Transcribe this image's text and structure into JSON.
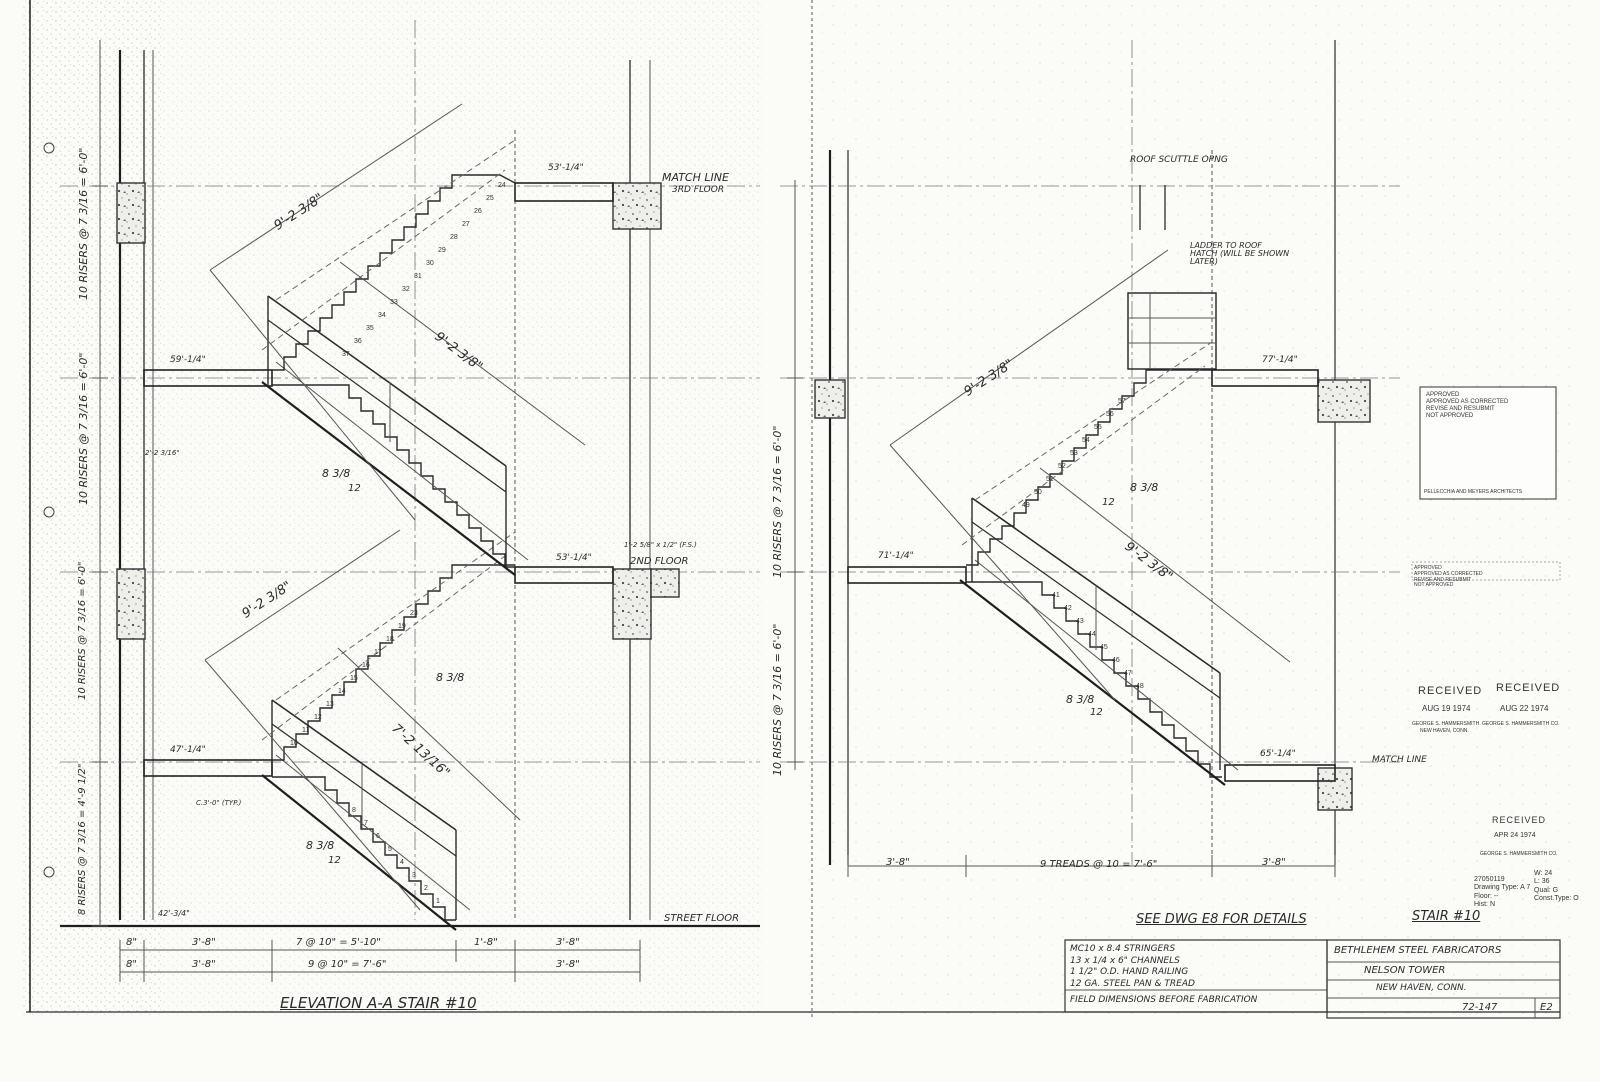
{
  "left_elevation": {
    "title": "ELEVATION A-A STAIR #10",
    "match_line": "MATCH LINE",
    "level_3": "3RD FLOOR",
    "level_2": "2ND FLOOR",
    "street_floor": "STREET FLOOR",
    "landing_top": "53'-1/4\"",
    "landing_upper": "59'-1/4\"",
    "landing_mid": "53'-1/4\"",
    "landing_low": "47'-1/4\"",
    "datum": "42'-3/4\"",
    "vertical_dims": [
      "10 RISERS @ 7 3/16 = 6'-0\"",
      "10 RISERS @ 7 3/16 = 6'-0\"",
      "10 RISERS @ 7 3/16 = 6'-0\"",
      "8 RISERS @ 7 3/16 = 4'-9 1/2\""
    ],
    "slopes": [
      "9'-2 3/8\"",
      "9'-2 3/8\"",
      "9'-2 3/8\"",
      "7'-2 13/16\""
    ],
    "riser": "8 3/8",
    "tread": "12",
    "bottom_dims_row1": [
      "8\"",
      "3'-8\"",
      "7 @ 10\" = 5'-10\"",
      "1'-8\"",
      "3'-8\""
    ],
    "bottom_dims_row2": [
      "8\"",
      "3'-8\"",
      "9 @ 10\" = 7'-6\"",
      "3'-8\""
    ],
    "bracket_note": "2'-2 3/16\"",
    "clear_note": "C.3'-0\" (TYP.)",
    "step_numbers": [
      "1",
      "2",
      "3",
      "4",
      "5",
      "6",
      "7",
      "8",
      "10",
      "11",
      "12",
      "13",
      "14",
      "15",
      "16",
      "17",
      "18",
      "19",
      "23",
      "24",
      "25",
      "26",
      "27",
      "28",
      "29",
      "30",
      "31",
      "32",
      "33",
      "34",
      "35",
      "36",
      "37"
    ],
    "rail_note": "1'-2 5/8\" x 1/2\" (F.S.)"
  },
  "right_elevation": {
    "roof_scuttle": "ROOF SCUTTLE OPNG",
    "ladder_note": "LADDER TO ROOF HATCH (WILL BE SHOWN LATER)",
    "landing_top": "77'-1/4\"",
    "landing_mid": "71'-1/4\"",
    "landing_low": "65'-1/4\"",
    "match_line": "MATCH LINE",
    "vertical_dims": [
      "10 RISERS @ 7 3/16 = 6'-0\"",
      "10 RISERS @ 7 3/16 = 6'-0\""
    ],
    "slopes": [
      "9'-2 3/8\"",
      "9'-2 3/8\""
    ],
    "riser": "8 3/8",
    "tread": "12",
    "bottom_dims": [
      "3'-8\"",
      "9 TREADS @ 10 = 7'-6\"",
      "3'-8\""
    ],
    "see_note": "SEE DWG E8 FOR DETAILS",
    "stair_label": "STAIR #10",
    "step_numbers": [
      "41",
      "42",
      "43",
      "44",
      "45",
      "46",
      "47",
      "48",
      "49",
      "50",
      "51",
      "52",
      "53",
      "54",
      "55",
      "56",
      "57"
    ]
  },
  "notes": {
    "lines": [
      "MC10 x 8.4 STRINGERS",
      "13 x 1/4 x 6\" CHANNELS",
      "1 1/2\" O.D. HAND RAILING",
      "12 GA. STEEL PAN & TREAD"
    ],
    "footer": "FIELD DIMENSIONS BEFORE FABRICATION"
  },
  "title_block": {
    "company": "BETHLEHEM STEEL FABRICATORS",
    "project": "NELSON TOWER",
    "location": "NEW HAVEN, CONN.",
    "drawing_no": "72-147",
    "sheet": "E2"
  },
  "stamp_approval": {
    "lines": [
      "APPROVED",
      "APPROVED AS CORRECTED",
      "REVISE AND RESUBMIT",
      "NOT APPROVED"
    ],
    "firm": "PELLECCHIA AND MEYERS ARCHITECTS"
  },
  "stamp_received": {
    "approval_lines": [
      "APPROVED",
      "APPROVED AS CORRECTED",
      "REVISE AND RESUBMIT",
      "NOT APPROVED"
    ],
    "received_1": "RECEIVED",
    "received_2": "RECEIVED",
    "date_1": "AUG 19 1974",
    "date_2": "AUG 22 1974",
    "firm_1": "GEORGE S. HAMMERSMITH",
    "firm_2": "GEORGE S. HAMMERSMITH CO.",
    "city": "NEW HAVEN, CONN."
  },
  "stamp_lower": {
    "received": "RECEIVED",
    "date": "APR 24 1974",
    "firm": "GEORGE S. HAMMERSMITH CO."
  },
  "archive_label": {
    "id": "27050119",
    "drawing_type": "Drawing Type: A 7",
    "floor": "Floor: --",
    "hist": "Hist: N",
    "w": "W: 24",
    "l": "L: 36",
    "qual": "Qual: G",
    "const": "Const.Type: O"
  }
}
